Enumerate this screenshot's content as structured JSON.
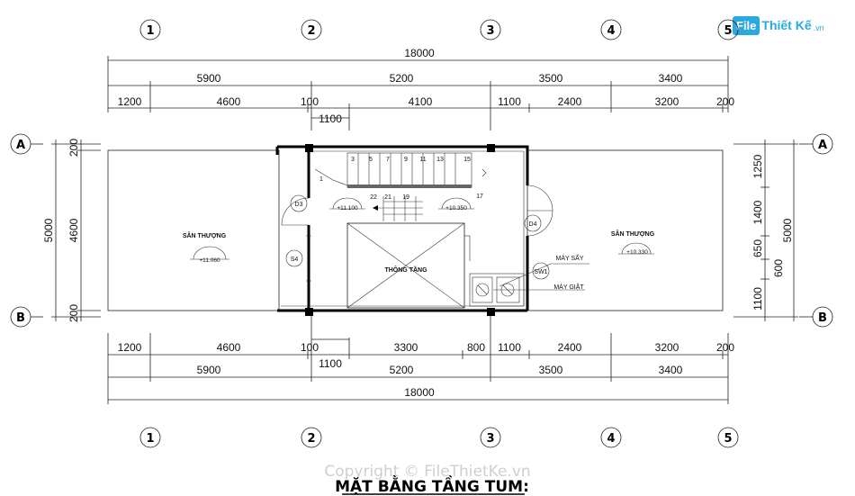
{
  "logo": {
    "badge": "File",
    "name": "Thiết Kế",
    "domain": ".vn"
  },
  "grid_columns": [
    "1",
    "2",
    "3",
    "4",
    "5"
  ],
  "grid_rows": [
    "A",
    "B"
  ],
  "dims_top": {
    "total": "18000",
    "bays": [
      "5900",
      "5200",
      "3500",
      "3400"
    ],
    "detail": [
      "1200",
      "4600",
      "100",
      "4100",
      "1100",
      "2400",
      "3200",
      "200"
    ],
    "extra": "1100"
  },
  "dims_bottom": {
    "detail": [
      "1200",
      "4600",
      "100",
      "3300",
      "800",
      "1100",
      "2400",
      "3200",
      "200"
    ],
    "extra": "1100",
    "bays": [
      "5900",
      "5200",
      "3500",
      "3400"
    ],
    "total": "18000"
  },
  "dims_left": {
    "total": "5000",
    "middle": "4600",
    "top": "200",
    "bottom": "200"
  },
  "dims_right": {
    "total": "5000",
    "segments": [
      "1250",
      "1400",
      "650",
      "1100"
    ],
    "mid": "600"
  },
  "rooms": {
    "left_terrace": "SÂN THƯỢNG",
    "left_level": "+11.060",
    "right_terrace": "SÂN THƯỢNG",
    "right_level": "+10.330",
    "void": "THÔNG TẦNG",
    "stair_level_left": "+11.100",
    "stair_level_right": "+10.350"
  },
  "stair_numbers": [
    "1",
    "3",
    "5",
    "7",
    "9",
    "11",
    "13",
    "15",
    "17",
    "19",
    "21",
    "22"
  ],
  "tags": {
    "d3": "D3",
    "d4": "D4",
    "s4": "S4",
    "sw1": "SW1"
  },
  "appliances": {
    "dryer": "MÁY SẤY",
    "washer": "MÁY GIẶT"
  },
  "watermark": "Copyright © FileThietKe.vn",
  "drawing_title": "MẶT BẰNG TẦNG TUM:"
}
